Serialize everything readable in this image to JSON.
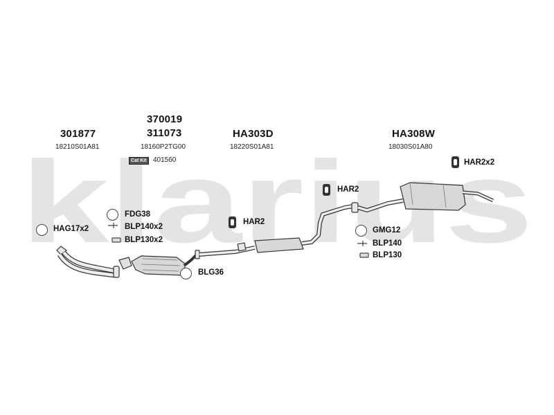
{
  "watermark": {
    "text": "klarius",
    "color": "#e4e4e4"
  },
  "groups": [
    {
      "id": "front-pipe",
      "part_numbers": [
        "301877"
      ],
      "oe_number": "18210S01A81"
    },
    {
      "id": "catalyst",
      "part_numbers": [
        "370019",
        "311073"
      ],
      "oe_number": "18160P2TG00",
      "catkit": {
        "badge": "Cat Kit",
        "number": "401560"
      }
    },
    {
      "id": "center-box",
      "part_numbers": [
        "HA303D"
      ],
      "oe_number": "18220S01A81"
    },
    {
      "id": "rear-box",
      "part_numbers": [
        "HA308W"
      ],
      "oe_number": "18030S01A80"
    }
  ],
  "fittings": {
    "hag17x2": "HAG17x2",
    "fdg38": "FDG38",
    "blp140x2": "BLP140x2",
    "blp130x2": "BLP130x2",
    "blg36": "BLG36",
    "har2_center": "HAR2",
    "har2_mid": "HAR2",
    "har2x2": "HAR2x2",
    "gmg12": "GMG12",
    "blp140": "BLP140",
    "blp130": "BLP130"
  },
  "colors": {
    "line": "#333333",
    "part_fill": "#e8e8e8",
    "watermark": "#e4e4e4"
  }
}
